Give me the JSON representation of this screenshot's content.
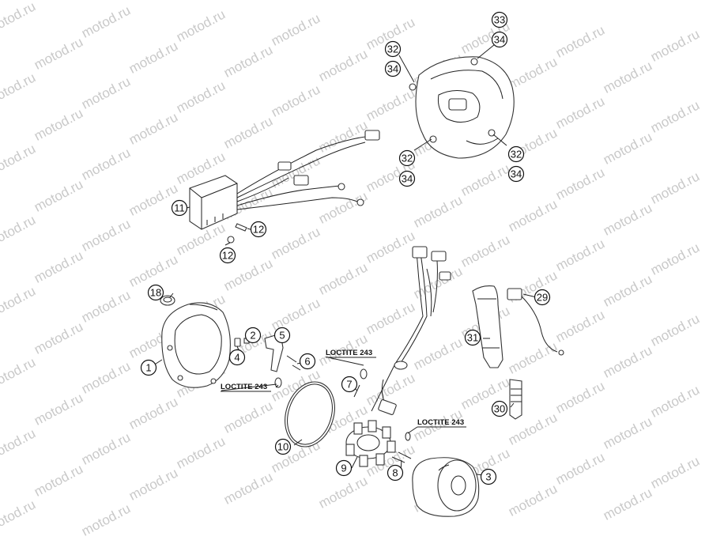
{
  "watermark": "motod.ru",
  "parts": [
    "1",
    "2",
    "3",
    "4",
    "5",
    "6",
    "7",
    "8",
    "9",
    "10",
    "11",
    "12",
    "12",
    "18",
    "29",
    "30",
    "31",
    "32",
    "32",
    "32",
    "33",
    "34",
    "34",
    "34",
    "34"
  ],
  "annotations": [
    "LOCTITE 243",
    "LOCTITE 243",
    "LOCTITE 243"
  ]
}
